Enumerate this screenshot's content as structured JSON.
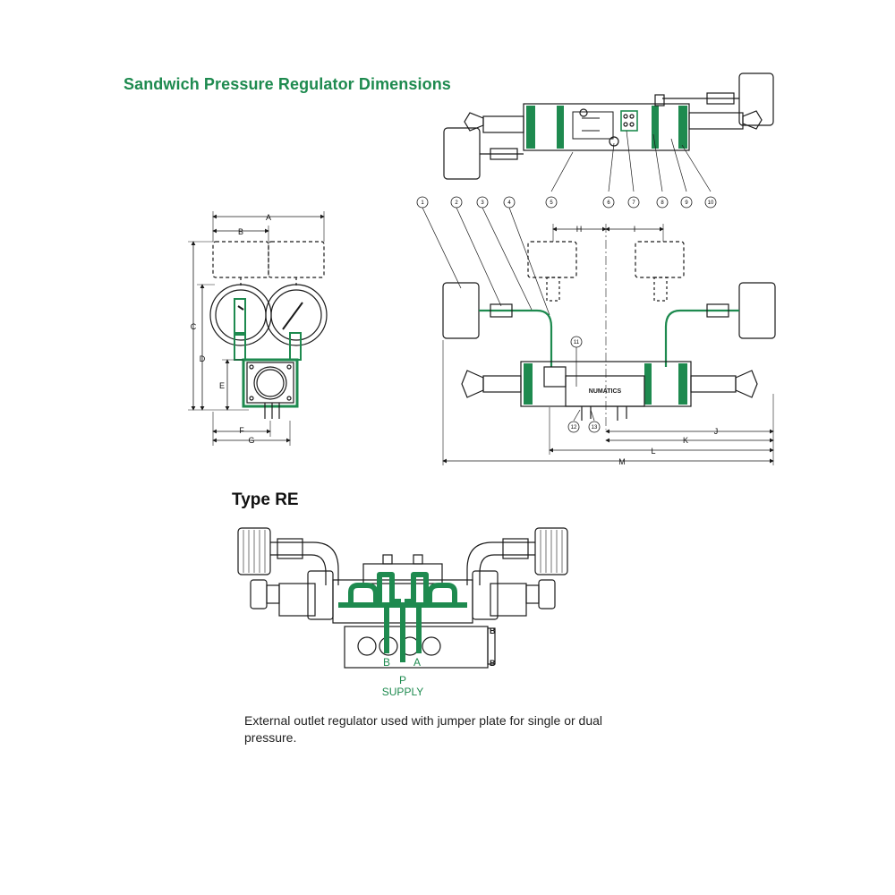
{
  "title": "Sandwich Pressure Regulator Dimensions",
  "subtitle": "Type RE",
  "caption": "External outlet regulator used with jumper plate for single or dual pressure.",
  "colors": {
    "accent": "#1e8a4f",
    "line": "#1a1a1a",
    "dash": "#444444"
  },
  "top_view": {
    "callouts": [
      "5",
      "6",
      "7",
      "8",
      "9",
      "10"
    ]
  },
  "side_view": {
    "dimensions": {
      "A": "A",
      "B": "B",
      "C": "C",
      "D": "D",
      "E": "E",
      "F": "F",
      "G": "G"
    }
  },
  "front_view": {
    "callouts": [
      "1",
      "2",
      "3",
      "4",
      "11",
      "12",
      "13"
    ],
    "dimensions": {
      "H": "H",
      "I": "I",
      "J": "J",
      "K": "K",
      "L": "L",
      "M": "M"
    },
    "body_label": "NUMATICS"
  },
  "type_re": {
    "port_b": "B",
    "port_a": "A",
    "port_p": "P",
    "supply": "SUPPLY",
    "side_mark_1": "B",
    "side_mark_2": "B"
  }
}
